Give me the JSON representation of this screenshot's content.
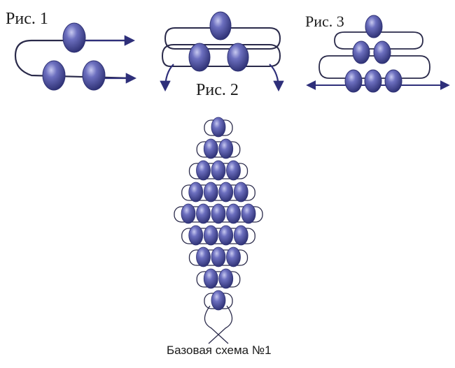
{
  "figures": {
    "fig1_label": "Рис. 1",
    "fig2_label": "Рис. 2",
    "fig3_label": "Рис. 3"
  },
  "scheme": {
    "caption": "Базовая схема №1",
    "rows": [
      1,
      2,
      3,
      4,
      5,
      4,
      3,
      2,
      1
    ]
  },
  "colors": {
    "bead": "#4a4d9a",
    "bead_dark": "#2f3275",
    "bead_light": "#8b8ed0",
    "thread": "#2a2a4a",
    "arrow": "#2e2f7a"
  },
  "icons": [
    "bead-icon",
    "arrow-right-icon",
    "arrow-down-icon",
    "arrow-left-icon"
  ]
}
